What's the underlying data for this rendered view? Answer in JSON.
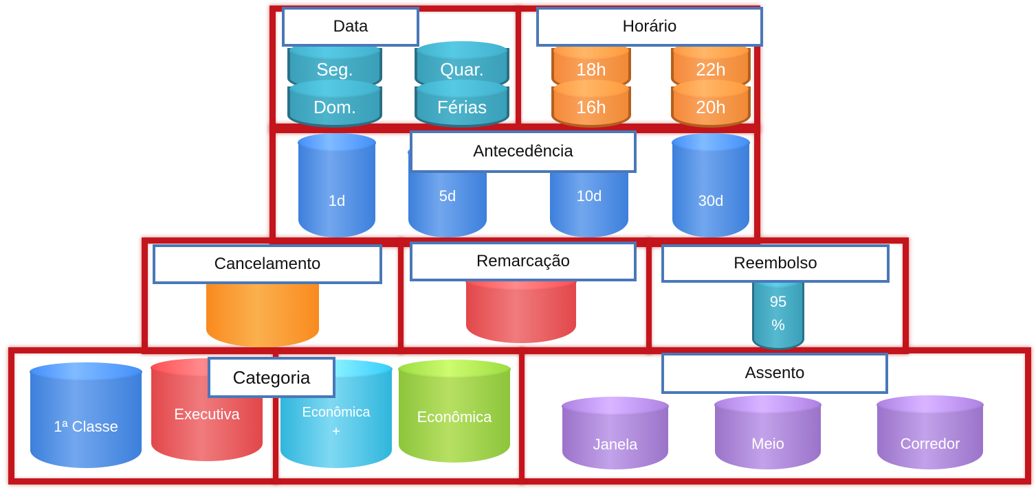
{
  "labels": {
    "data": "Data",
    "horario": "Horário",
    "antecedencia": "Antecedência",
    "cancelamento": "Cancelamento",
    "remarcacao": "Remarcação",
    "reembolso": "Reembolso",
    "categoria": "Categoria",
    "assento": "Assento"
  },
  "data_items": [
    "Seg.",
    "Dom.",
    "Quar.",
    "Férias"
  ],
  "horario_items": [
    "18h",
    "16h",
    "22h",
    "20h"
  ],
  "antecedencia_items": [
    "1d",
    "5d",
    "10d",
    "30d"
  ],
  "reembolso_value_top": "95",
  "reembolso_value_bottom": "%",
  "categoria_items": [
    "1ª Classe",
    "Executiva",
    "Econômica",
    "+",
    "Econômica"
  ],
  "assento_items": [
    "Janela",
    "Meio",
    "Corredor"
  ],
  "colors": {
    "shelf_red": "#c4151c",
    "label_border": "#4a78b8",
    "teal": "#3a9fb8",
    "orange": "#f5893a",
    "blue": "#3c7fdc",
    "red": "#e2474a",
    "cyan": "#2fb6dc",
    "green": "#8cc53b",
    "purple": "#9b73c9"
  }
}
